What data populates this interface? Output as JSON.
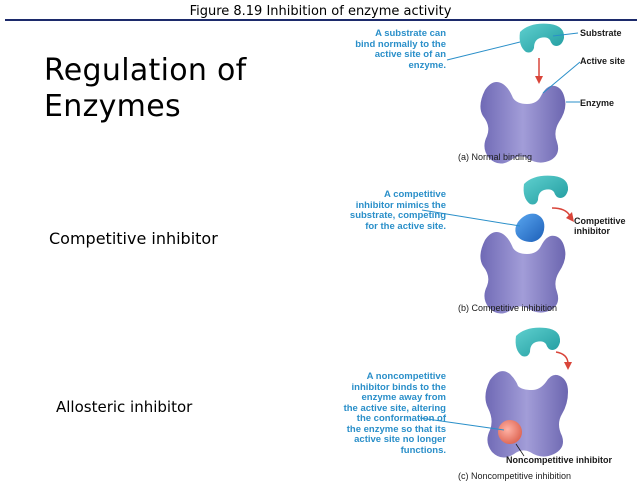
{
  "figure_caption": "Figure 8.19  Inhibition of enzyme activity",
  "title_line1": "Regulation of",
  "title_line2": "Enzymes",
  "labels": {
    "competitive": "Competitive inhibitor",
    "allosteric": "Allosteric inhibitor"
  },
  "panel_a": {
    "note_lines": [
      "A substrate can",
      "bind normally to the",
      "active site of an",
      "enzyme."
    ],
    "substrate": "Substrate",
    "active_site": "Active site",
    "enzyme": "Enzyme",
    "caption": "(a) Normal binding"
  },
  "panel_b": {
    "note_lines": [
      "A competitive",
      "inhibitor mimics the",
      "substrate, competing",
      "for the active site."
    ],
    "inhibitor_lines": [
      "Competitive",
      "inhibitor"
    ],
    "caption": "(b) Competitive inhibition"
  },
  "panel_c": {
    "note_lines": [
      "A noncompetitive",
      "inhibitor binds to the",
      "enzyme away from",
      "the active site, altering",
      "the conformation of",
      "the enzyme so that its",
      "active site no longer",
      "functions."
    ],
    "inhibitor": "Noncompetitive inhibitor",
    "caption": "(c) Noncompetitive inhibition"
  },
  "colors": {
    "rule": "#1c2a6b",
    "note_text": "#2a8fc9",
    "enzyme": "#8a84c8",
    "substrate": "#3bb3b3",
    "competitive_inhibitor": "#2f7ed8",
    "noncompetitive_inhibitor": "#f08070",
    "arrow": "#d9453a"
  }
}
